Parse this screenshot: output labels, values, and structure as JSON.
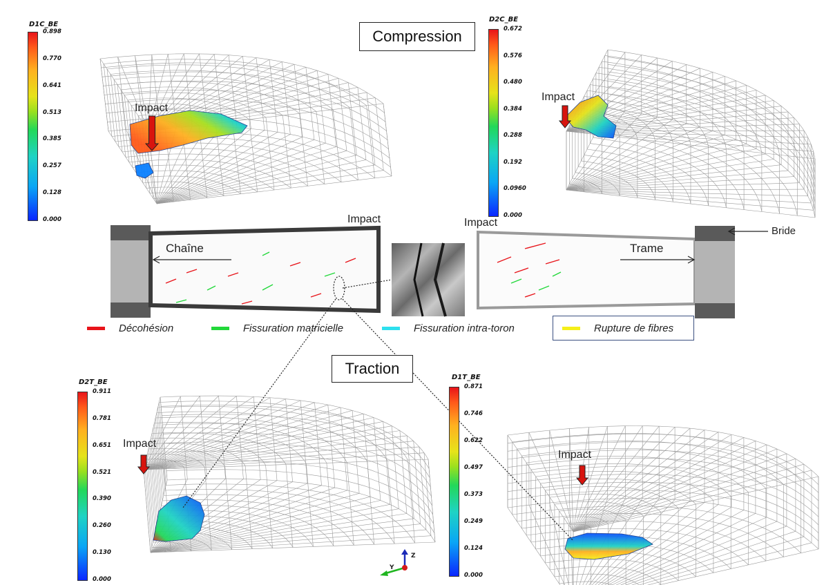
{
  "labels": {
    "compression": "Compression",
    "traction": "Traction",
    "impact": "Impact",
    "chaine": "Chaîne",
    "trame": "Trame",
    "bride": "Bride"
  },
  "legend": [
    {
      "label": "Décohésion",
      "color": "#e8141a"
    },
    {
      "label": "Fissuration matricielle",
      "color": "#22d83a"
    },
    {
      "label": "Fissuration intra-toron",
      "color": "#2ee0ee"
    },
    {
      "label": "Rupture de fibres",
      "color": "#f5ef1a"
    }
  ],
  "colorbars": {
    "d1c": {
      "title": "D1C_BE",
      "ticks": [
        "0.898",
        "0.770",
        "0.641",
        "0.513",
        "0.385",
        "0.257",
        "0.128",
        "0.000"
      ]
    },
    "d2c": {
      "title": "D2C_BE",
      "ticks": [
        "0.672",
        "0.576",
        "0.480",
        "0.384",
        "0.288",
        "0.192",
        "0.0960",
        "0.000"
      ]
    },
    "d2t": {
      "title": "D2T_BE",
      "ticks": [
        "0.911",
        "0.781",
        "0.651",
        "0.521",
        "0.390",
        "0.260",
        "0.130",
        "0.000"
      ]
    },
    "d1t": {
      "title": "D1T_BE",
      "ticks": [
        "0.871",
        "0.746",
        "0.622",
        "0.497",
        "0.373",
        "0.249",
        "0.124",
        "0.000"
      ]
    }
  },
  "axes": {
    "y": "Y",
    "z": "Z"
  },
  "colors": {
    "impact_arrow": "#d8140e",
    "clamp_dark": "#5a5a5a",
    "clamp_light": "#b4b4b4"
  }
}
